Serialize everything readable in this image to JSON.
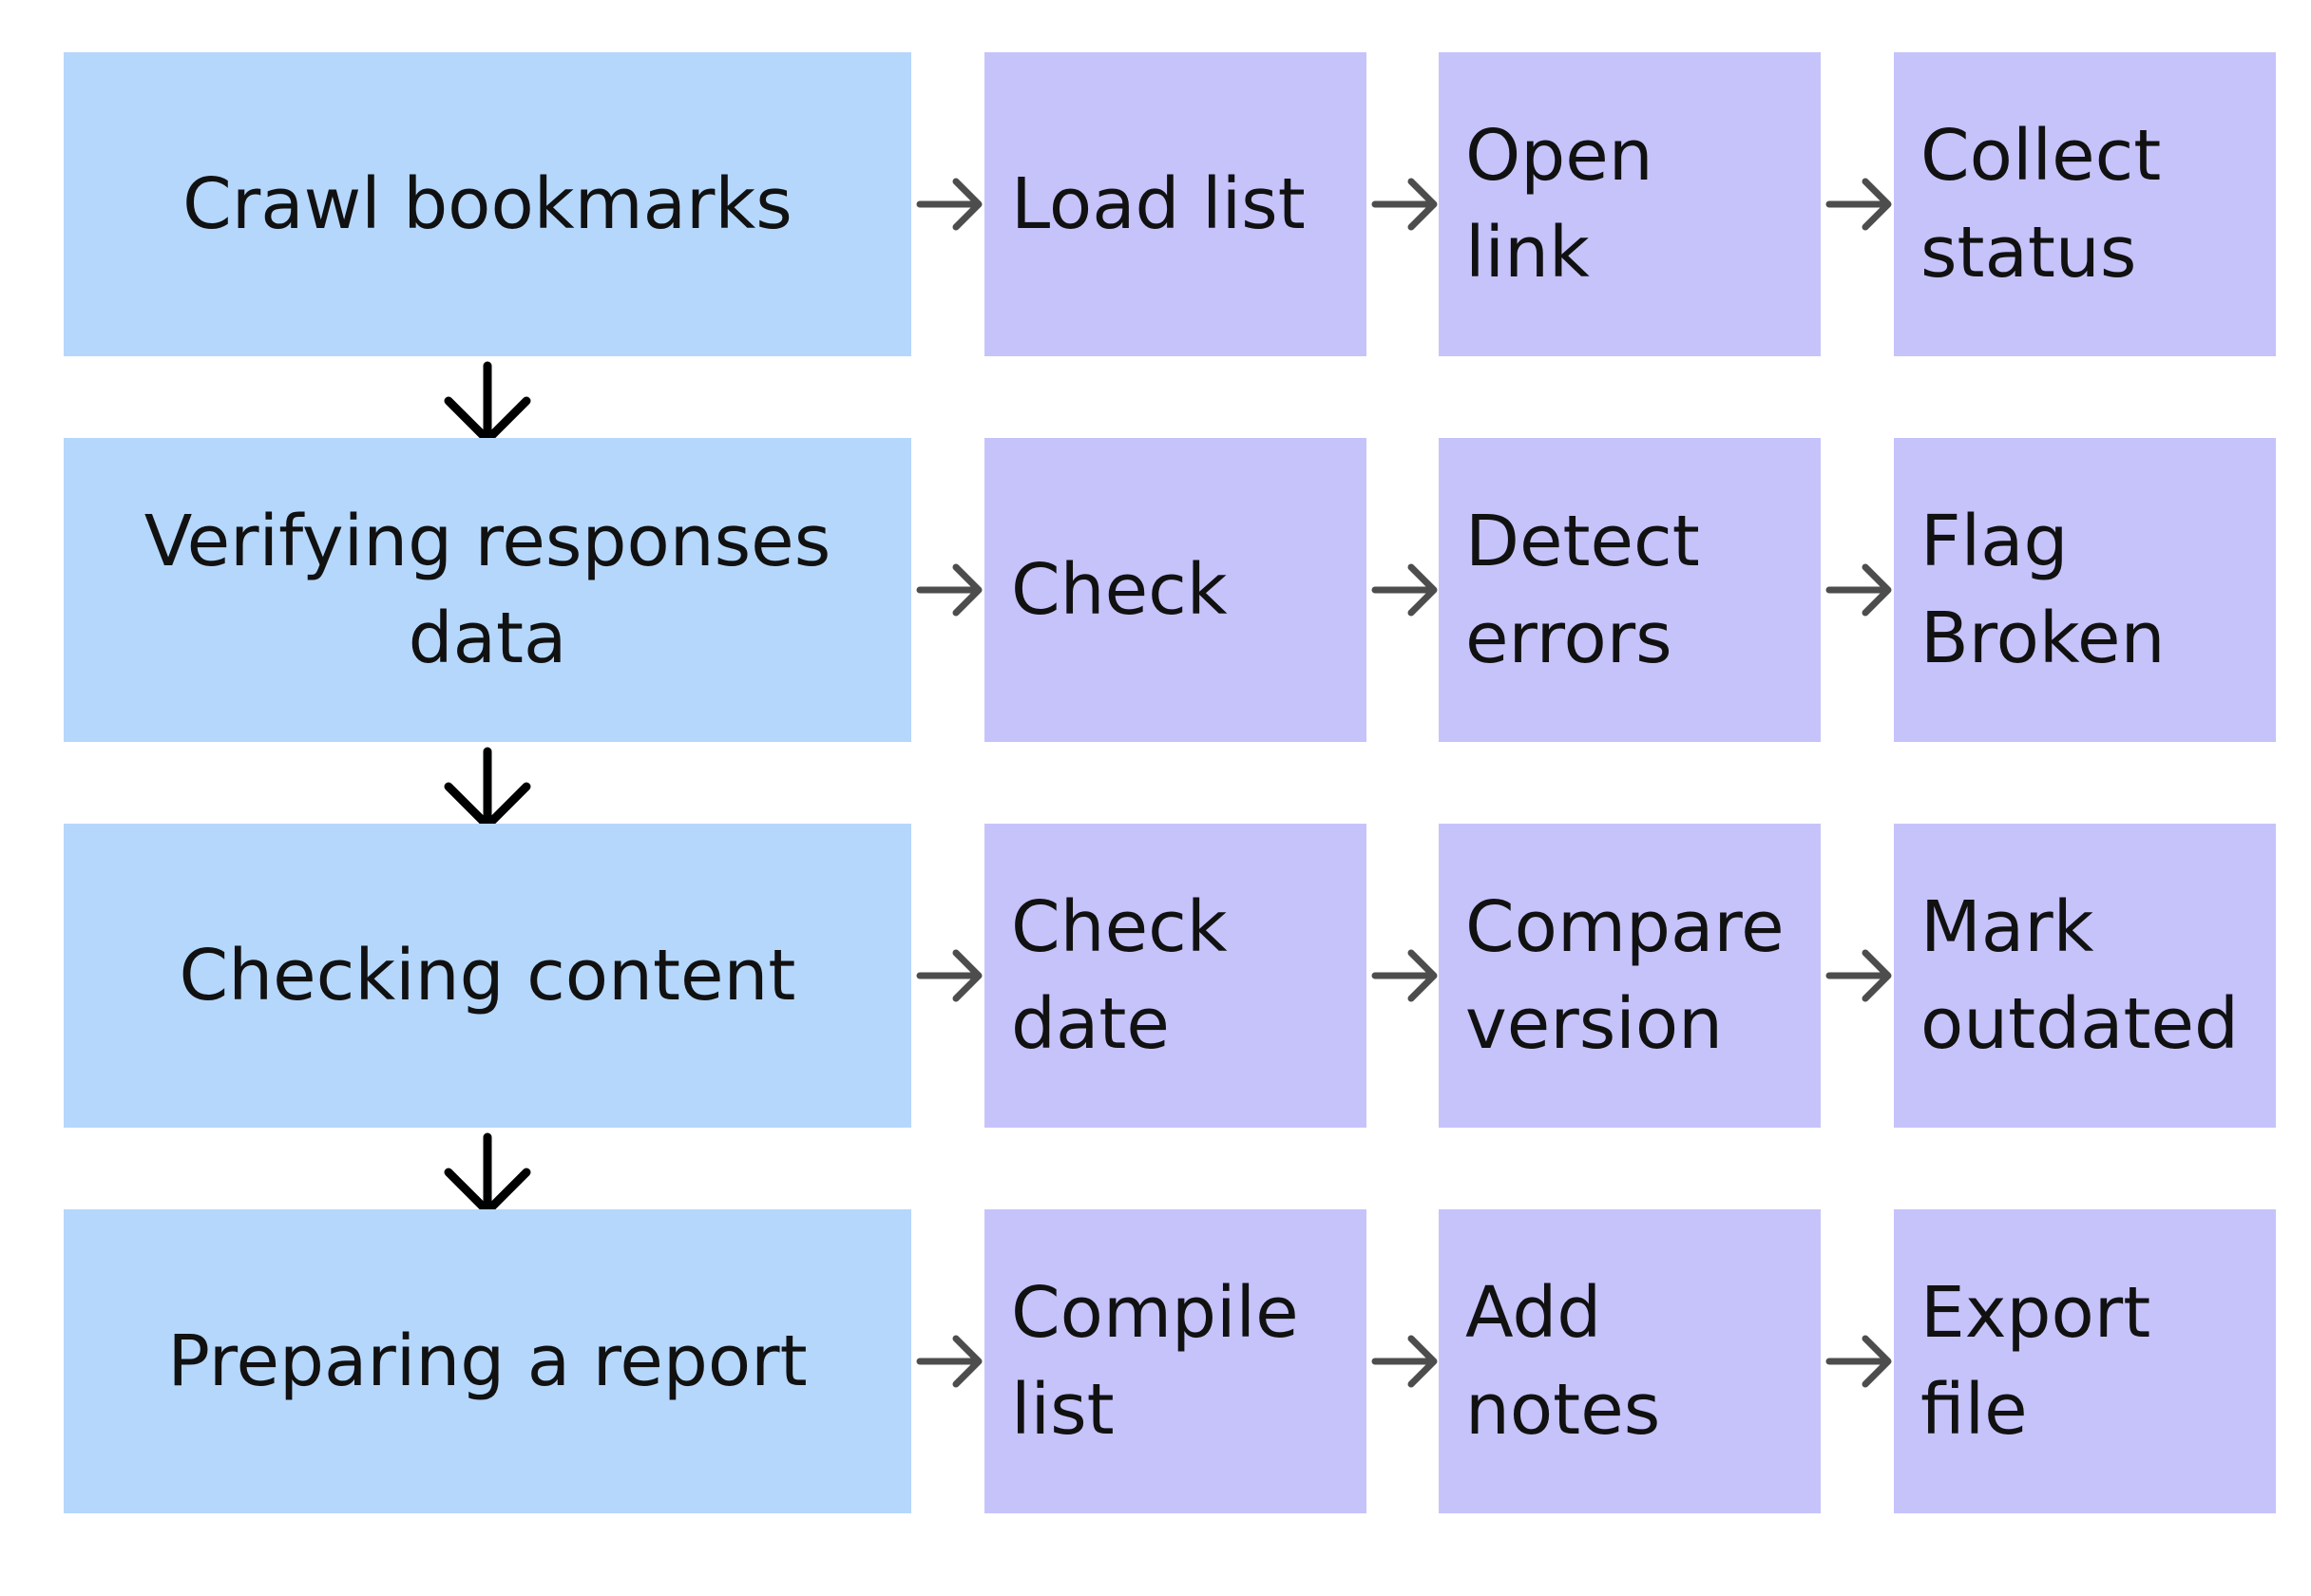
{
  "colors": {
    "main_box": "#b5d7fc",
    "sub_box": "#c6c3fb",
    "arrow_right": "#4d4d4d",
    "arrow_down": "#000000"
  },
  "rows": [
    {
      "main": "Crawl bookmarks",
      "steps": [
        "Load list",
        "Open\nlink",
        "Collect\nstatus"
      ]
    },
    {
      "main": "Verifying responses\ndata",
      "steps": [
        "Check",
        "Detect\nerrors",
        "Flag\nBroken"
      ]
    },
    {
      "main": "Checking content",
      "steps": [
        "Check\ndate",
        "Compare\nversion",
        "Mark\noutdated"
      ]
    },
    {
      "main": "Preparing a report",
      "steps": [
        "Compile\nlist",
        "Add\nnotes",
        "Export\nfile"
      ]
    }
  ]
}
